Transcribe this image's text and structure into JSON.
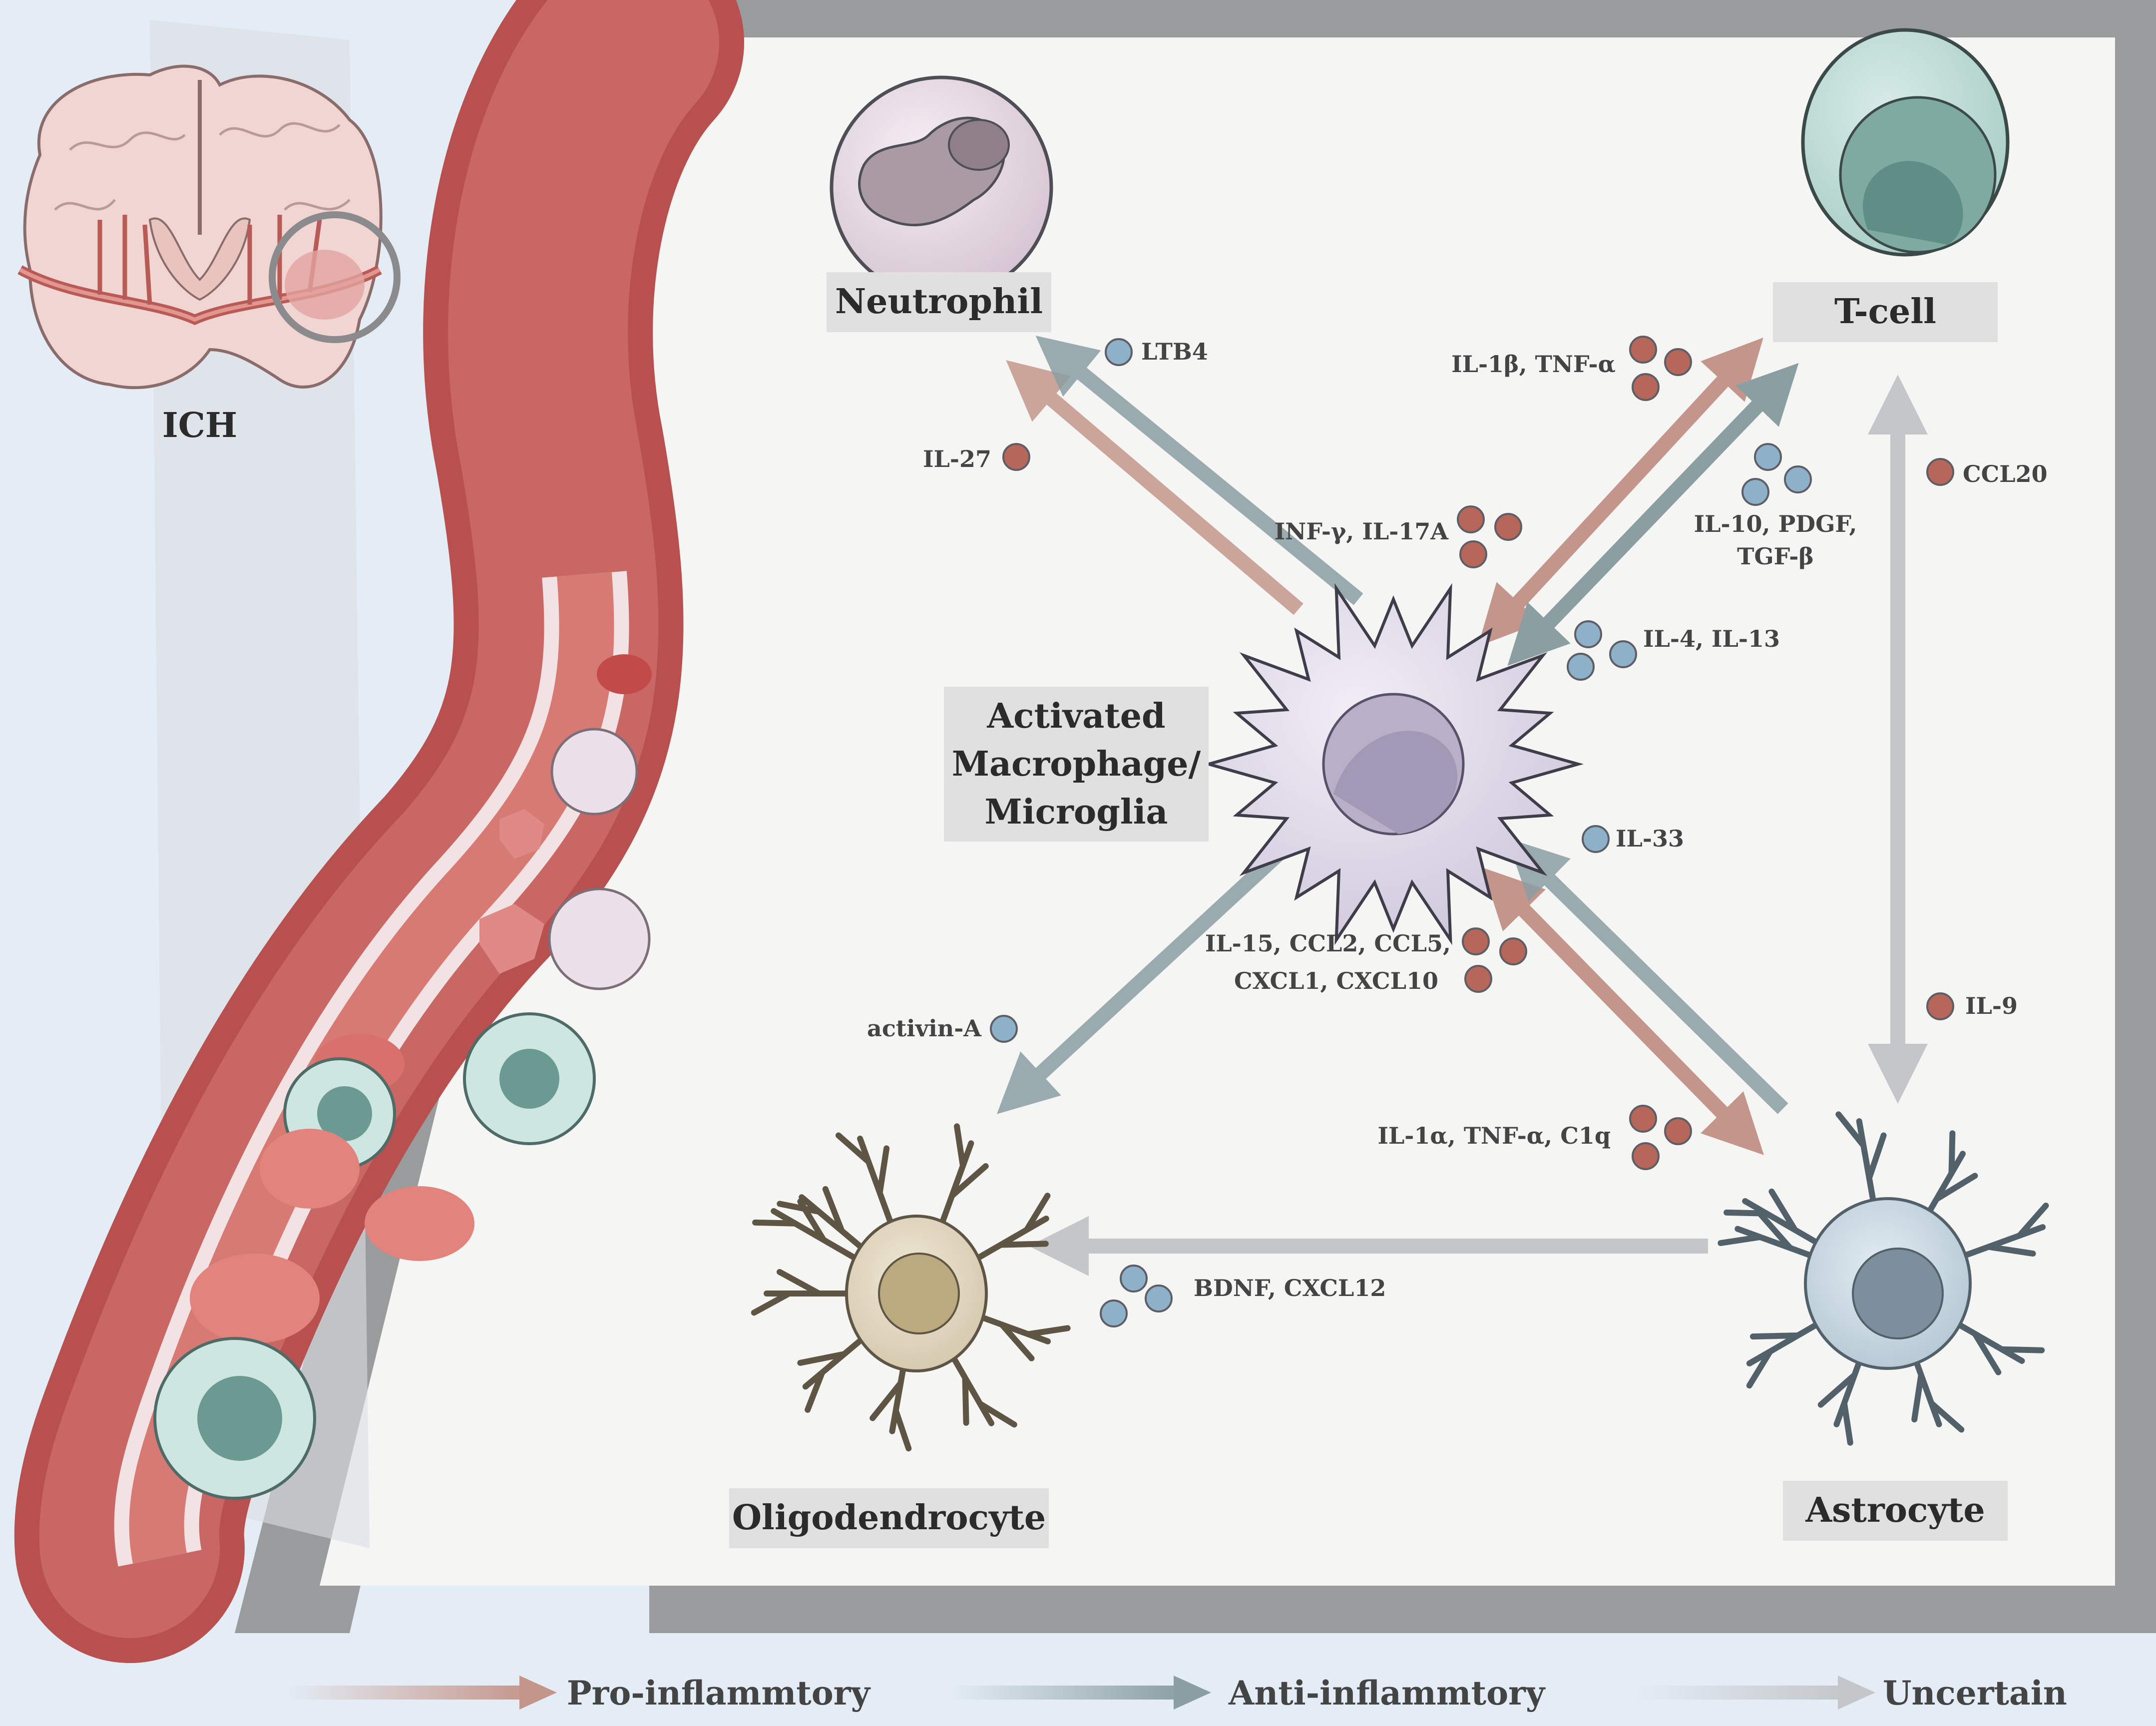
{
  "ich_label": "ICH",
  "cells": {
    "neutrophil": "Neutrophil",
    "tcell": "T-cell",
    "macrophage": [
      "Activated",
      "Macrophage/",
      "Microglia"
    ],
    "oligodendrocyte": "Oligodendrocyte",
    "astrocyte": "Astrocyte"
  },
  "cytokines": {
    "ltb4": "LTB4",
    "il27": "IL-27",
    "il1b_tnfa": "IL-1β, TNF-α",
    "inf_il17a": "INF-γ, IL-17A",
    "il10_pdgf": [
      "IL-10, PDGF,",
      "TGF-β"
    ],
    "il4_il13": "IL-4, IL-13",
    "ccl20": "CCL20",
    "il33": "IL-33",
    "il15_group": [
      "IL-15, CCL2, CCL5,",
      "CXCL1, CXCL10"
    ],
    "activin": "activin-A",
    "il9": "IL-9",
    "il1a_group": "IL-1α, TNF-α, C1q",
    "bdnf": "BDNF, CXCL12"
  },
  "legend": {
    "pro": "Pro-inflammtory",
    "anti": "Anti-inflammtory",
    "uncertain": "Uncertain"
  },
  "colors": {
    "pro": "#c4968b",
    "anti": "#8b9fa3",
    "uncertain": "#c4c6c9",
    "red_dot": "#b7665a",
    "blue_dot": "#8db1c8",
    "vessel": "#c05a5b"
  }
}
